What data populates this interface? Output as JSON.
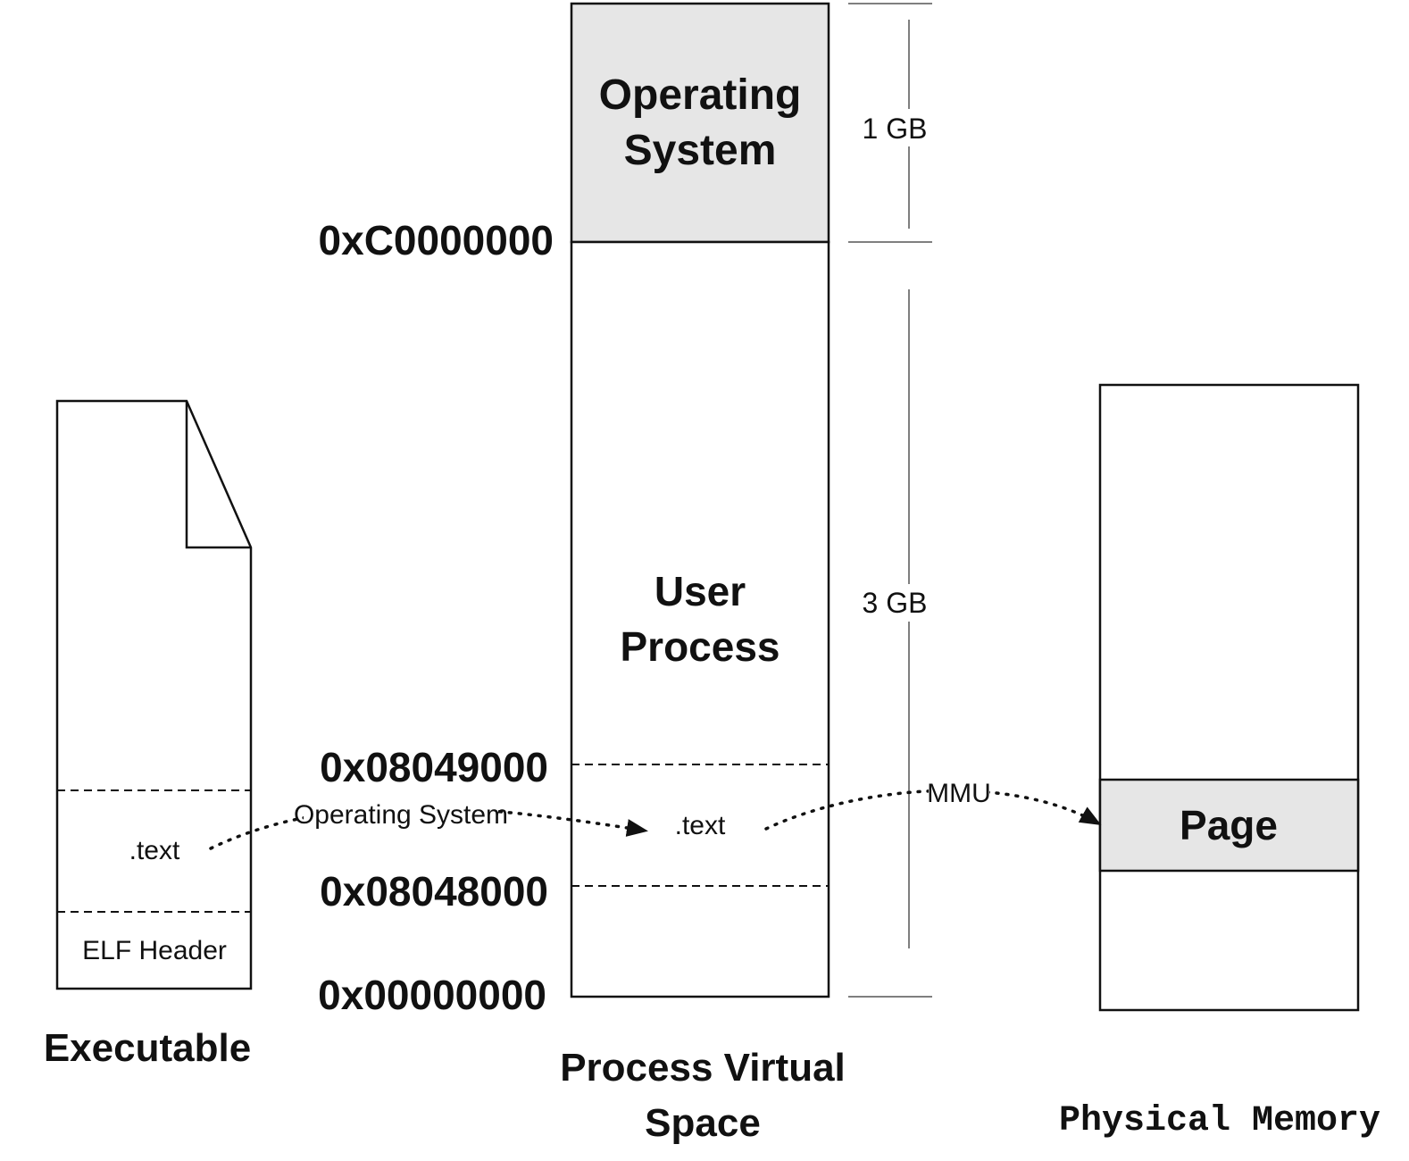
{
  "executable": {
    "caption": "Executable",
    "text_section": ".text",
    "elf_header": "ELF Header"
  },
  "virtual_space": {
    "caption_line1": "Process Virtual",
    "caption_line2": "Space",
    "os_line1": "Operating",
    "os_line2": "System",
    "user_line1": "User",
    "user_line2": "Process",
    "text_section": ".text"
  },
  "addresses": {
    "kernel_start": "0xC0000000",
    "text_end": "0x08049000",
    "text_start": "0x08048000",
    "zero": "0x00000000"
  },
  "sizes": {
    "kernel": "1 GB",
    "user": "3 GB"
  },
  "mappings": {
    "load": "Operating System",
    "translate": "MMU"
  },
  "physical_memory": {
    "caption": "Physical Memory",
    "page": "Page"
  },
  "colors": {
    "line": "#111111",
    "shaded_fill": "#e6e6e6",
    "thin_line": "#555555"
  }
}
